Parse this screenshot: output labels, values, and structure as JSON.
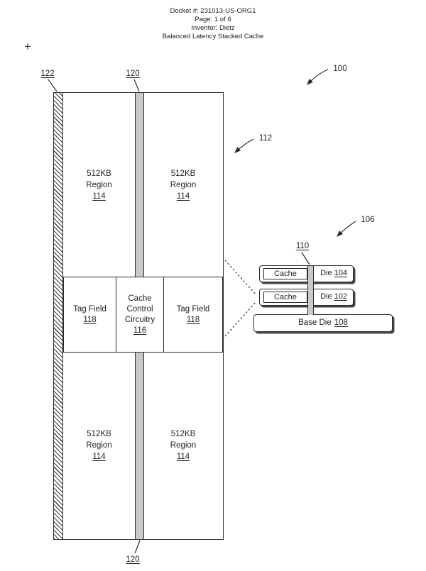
{
  "header": {
    "docket": "Docket #: 231013-US-ORG1",
    "page": "Page: 1 of 6",
    "inventor": "Inventor: Dietz",
    "title": "Balanced Latency Stacked Cache"
  },
  "marks": {
    "plus": "+"
  },
  "refs": {
    "r100": "100",
    "r106": "106",
    "r110": "110",
    "r112": "112",
    "r120_top": "120",
    "r120_bottom": "120",
    "r122": "122"
  },
  "die_layout": {
    "regions": [
      {
        "size": "512KB",
        "word": "Region",
        "ref": "114"
      },
      {
        "size": "512KB",
        "word": "Region",
        "ref": "114"
      },
      {
        "size": "512KB",
        "word": "Region",
        "ref": "114"
      },
      {
        "size": "512KB",
        "word": "Region",
        "ref": "114"
      }
    ],
    "tag_left": {
      "label": "Tag Field",
      "ref": "118"
    },
    "control": {
      "line1": "Cache",
      "line2": "Control",
      "line3": "Circuitry",
      "ref": "116"
    },
    "tag_right": {
      "label": "Tag Field",
      "ref": "118"
    }
  },
  "stack": {
    "die_top": {
      "cache": "Cache",
      "die": "Die",
      "ref": "104"
    },
    "die_mid": {
      "cache": "Cache",
      "die": "Die",
      "ref": "102"
    },
    "base": {
      "label": "Base Die",
      "ref": "108"
    }
  },
  "colors": {
    "line": "#2b2b2b",
    "strip_fill": "#c9c9c9",
    "shadow": "#474747"
  }
}
